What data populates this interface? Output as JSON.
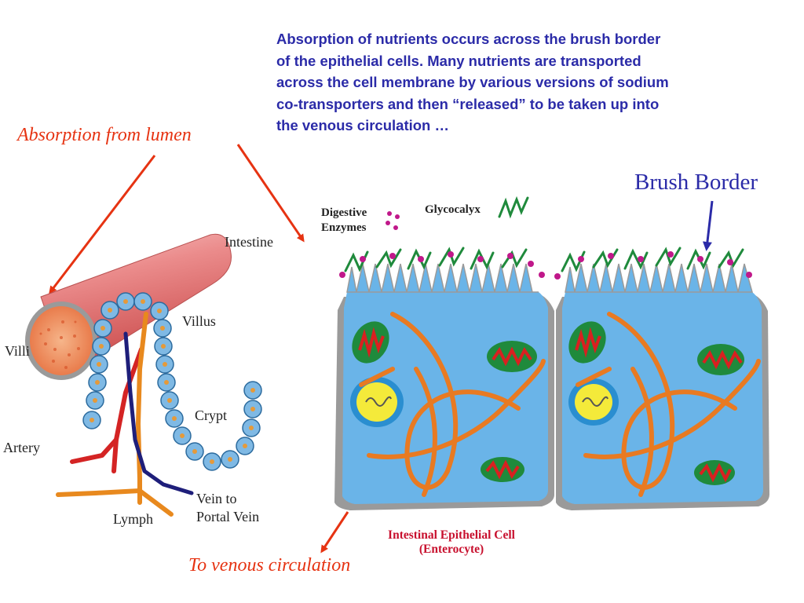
{
  "description": "Absorption of nutrients occurs across the brush border\nof the epithelial cells.   Many nutrients are transported\nacross the cell membrane by various versions of sodium\nco-transporters and then “released” to be taken up into\nthe venous circulation …",
  "titles": {
    "absorption": "Absorption from lumen",
    "venous": "To venous circulation",
    "brush_border": "Brush Border"
  },
  "intestine_labels": {
    "intestine": "Intestine",
    "villus": "Villus",
    "villi": "Villi",
    "crypt": "Crypt",
    "artery": "Artery",
    "lymph": "Lymph",
    "vein_line1": "Vein to",
    "vein_line2": "Portal Vein"
  },
  "cell_labels": {
    "digestive_line1": "Digestive",
    "digestive_line2": "Enzymes",
    "glycocalyx": "Glycocalyx",
    "cell_line1": "Intestinal Epithelial Cell",
    "cell_line2": "(Enterocyte)"
  },
  "colors": {
    "text_blue": "#2b2ba8",
    "arrow_red": "#e63312",
    "cell_fill": "#6ab4e8",
    "mitochondria_green": "#1f8a3c",
    "filament_orange": "#e87a22",
    "enzyme_magenta": "#c0188a"
  }
}
